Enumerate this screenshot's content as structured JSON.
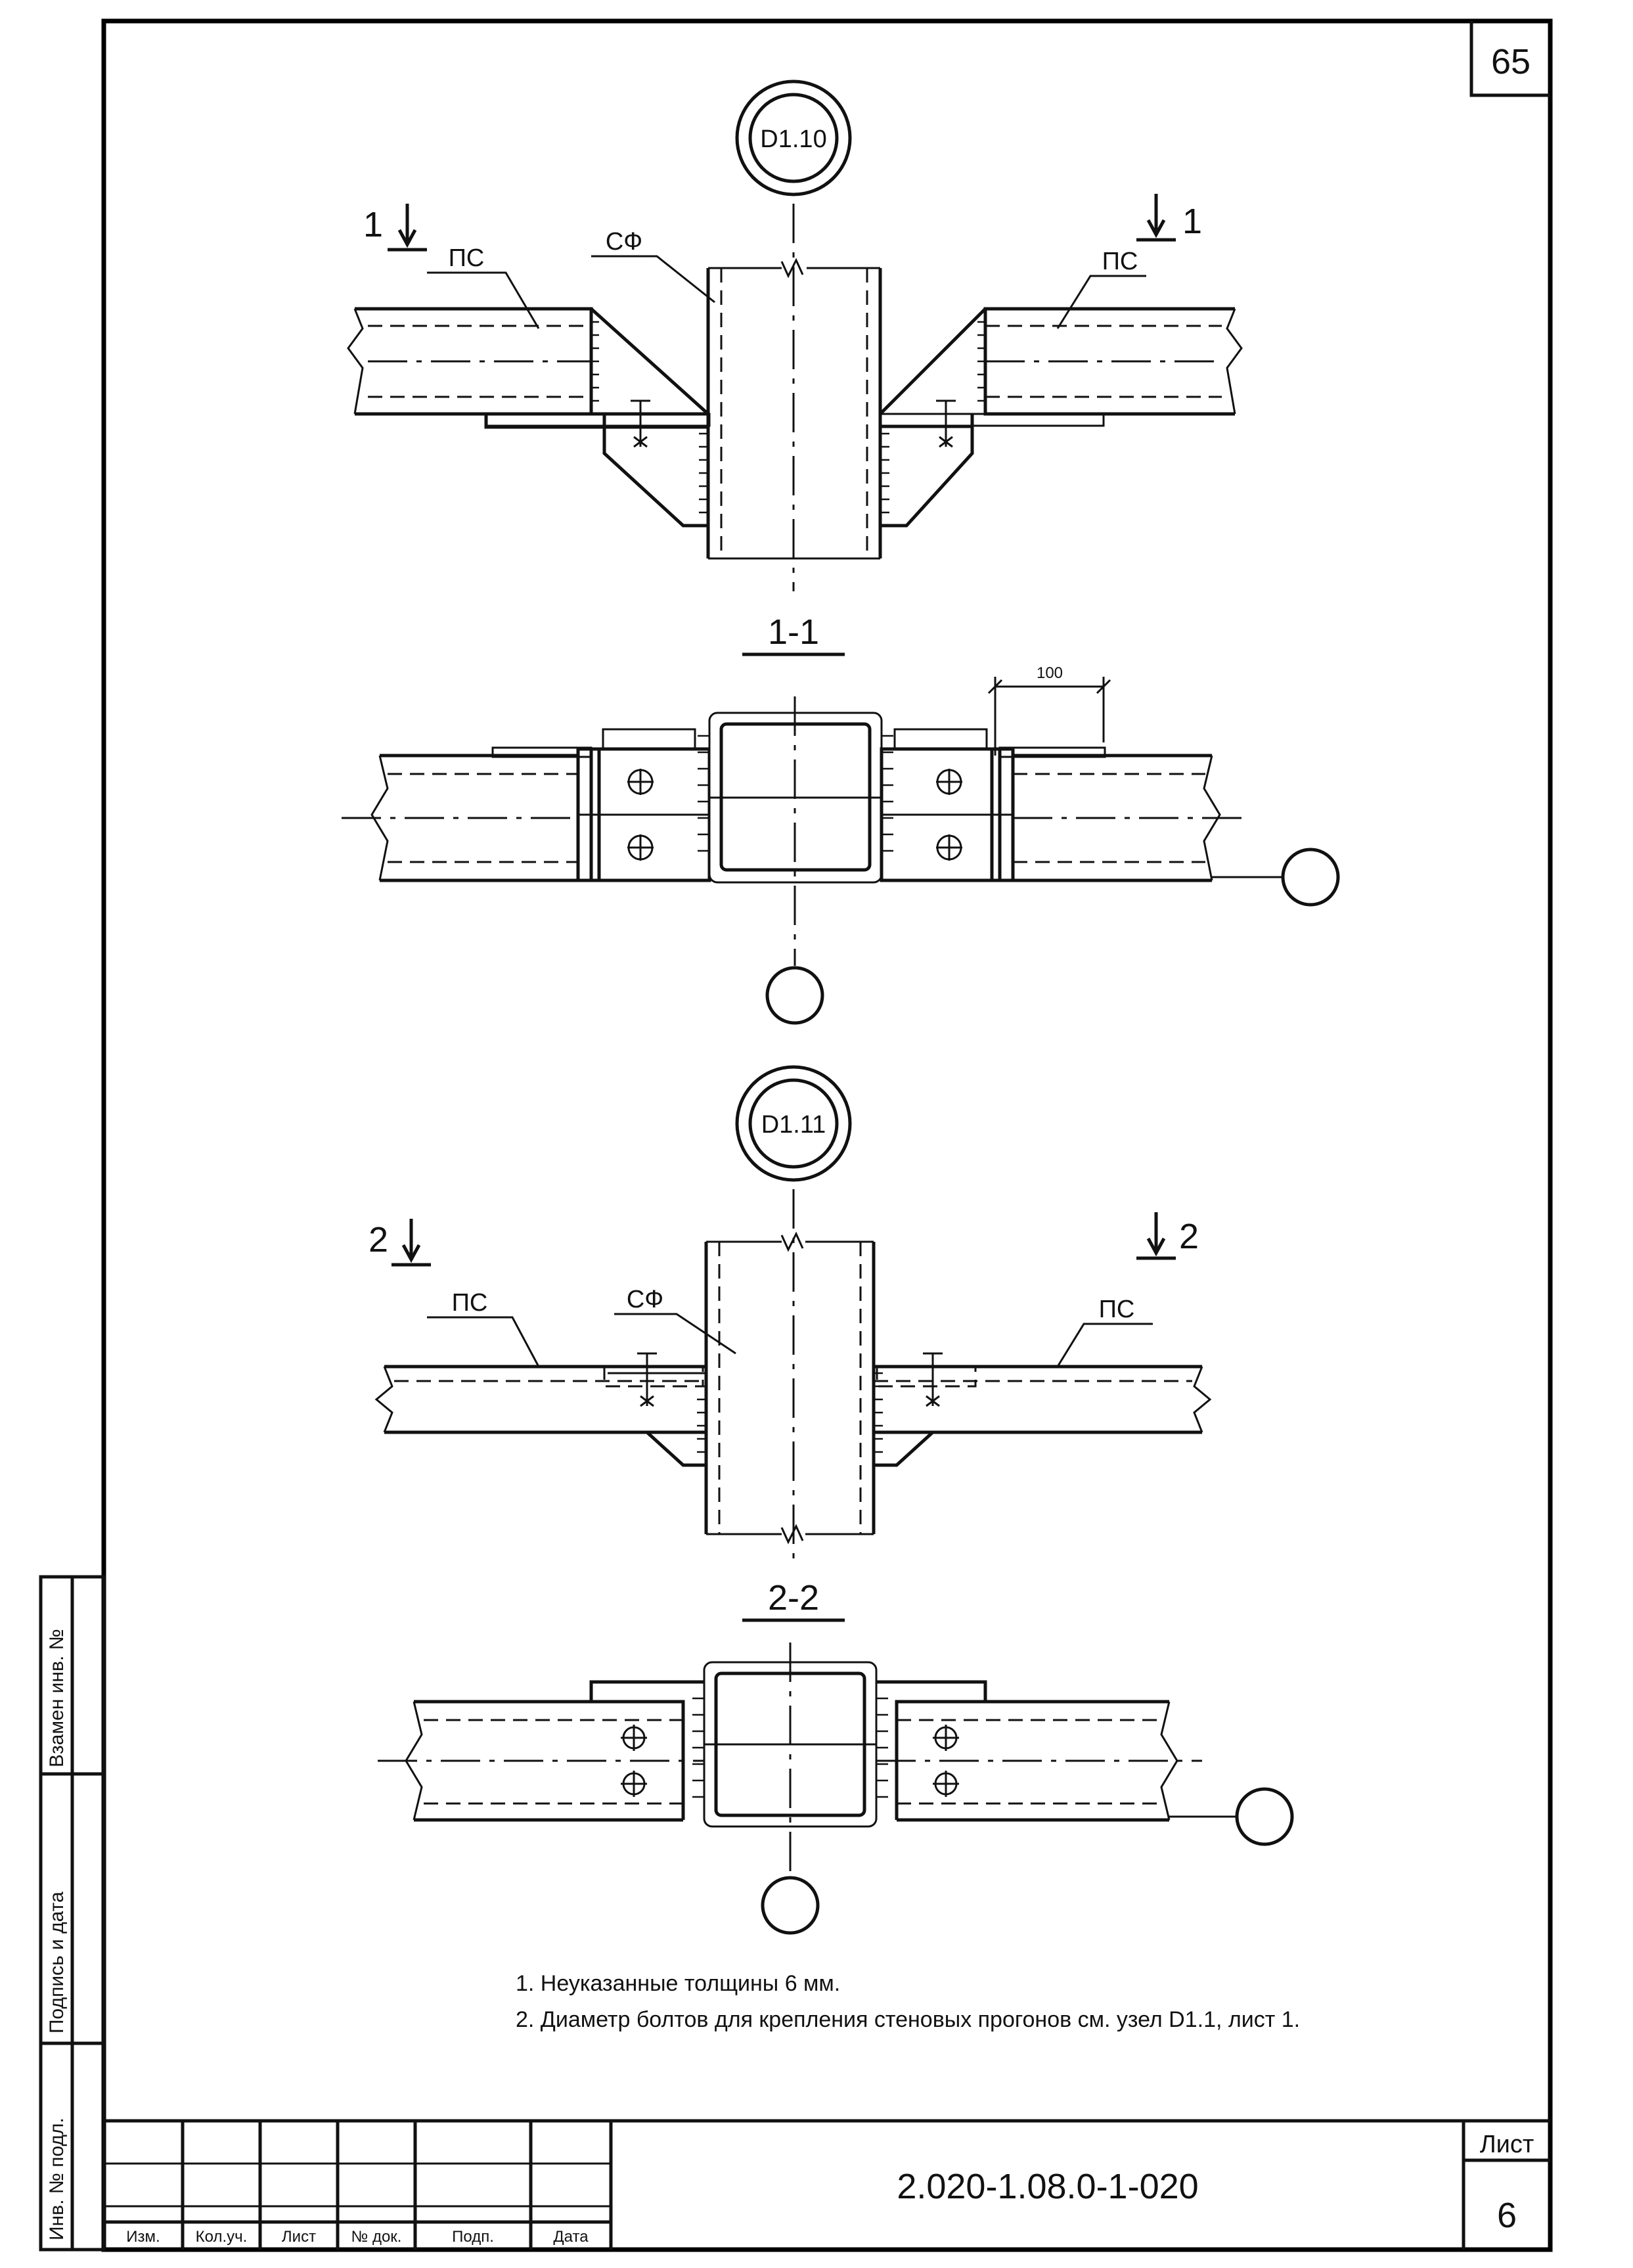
{
  "sheet": {
    "page_number": "65",
    "document_code": "2.020-1.08.0-1-020",
    "sheet_label": "Лист",
    "sheet_number": "6"
  },
  "node1": {
    "id": "D1.10",
    "cut_number": "1",
    "section_title": "1-1",
    "label_left_beam": "ПС",
    "label_right_beam": "ПС",
    "label_column": "СФ",
    "dimension": "100"
  },
  "node2": {
    "id": "D1.11",
    "cut_number": "2",
    "section_title": "2-2",
    "label_left_beam": "ПС",
    "label_right_beam": "ПС",
    "label_column": "СФ"
  },
  "notes": [
    "1. Неуказанные толщины 6 мм.",
    "2. Диаметр болтов для крепления стеновых прогонов см. узел D1.1, лист 1."
  ],
  "title_block": {
    "columns": [
      "Изм.",
      "Кол.уч.",
      "Лист",
      "№ док.",
      "Подп.",
      "Дата"
    ]
  },
  "side_stamp": {
    "fields": [
      "Взамен инв. №",
      "Подпись и дата",
      "Инв. № подл."
    ]
  }
}
